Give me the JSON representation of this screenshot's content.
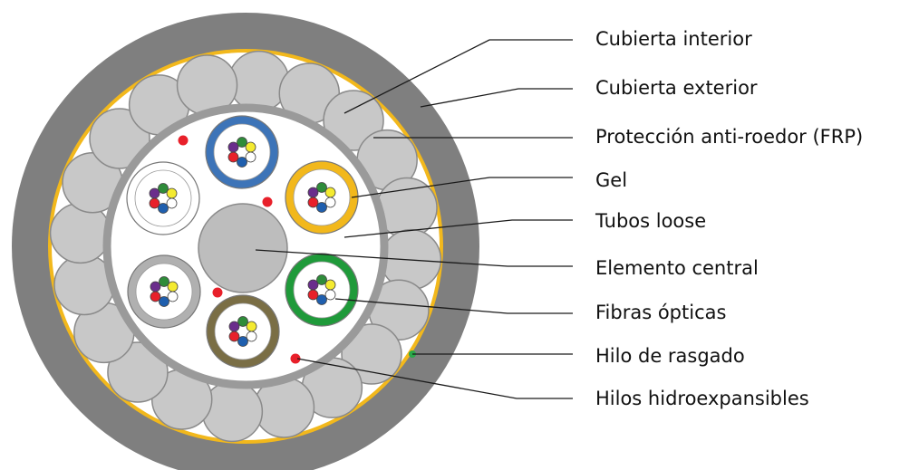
{
  "labels": [
    "Cubierta interior",
    "Cubierta exterior",
    "Protección anti-roedor (FRP)",
    "Gel",
    "Tubos loose",
    "Elemento central",
    "Fibras ópticas",
    "Hilo de rasgado",
    "Hilos hidroexpansibles"
  ],
  "colors": {
    "outer_jacket": "#7f7f7f",
    "yellow_layer": "#f2b81c",
    "frp_rods": "#c8c8c8",
    "inner_jacket": "#9a9a9a",
    "central_element": "#bdbdbd",
    "water_swell": "#e8202a",
    "ripcord": "#2aa84a",
    "tube_blue": "#3d74b8",
    "tube_orange": "#f2b81c",
    "tube_green": "#1f9a3a",
    "tube_olive": "#7a6e45",
    "tube_gray": "#b0b0b0",
    "tube_white": "#ffffff"
  }
}
